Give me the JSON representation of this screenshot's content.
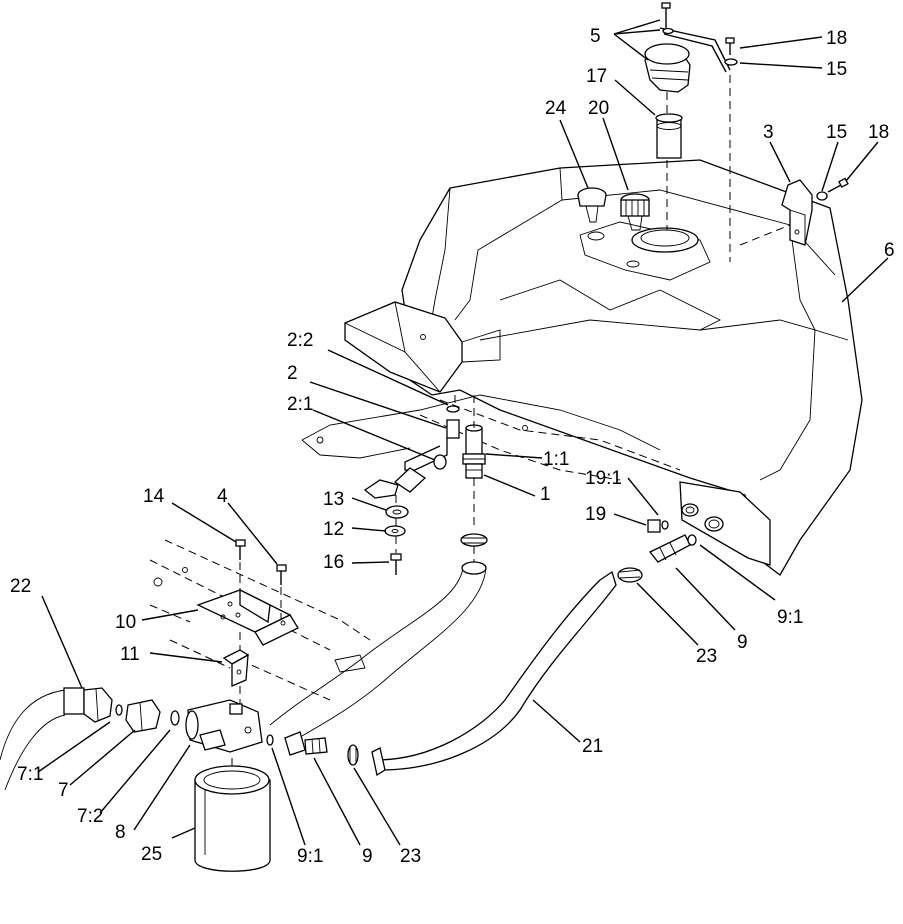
{
  "callouts": [
    {
      "id": "c5",
      "text": "5"
    },
    {
      "id": "c17",
      "text": "17"
    },
    {
      "id": "c18a",
      "text": "18"
    },
    {
      "id": "c15a",
      "text": "15"
    },
    {
      "id": "c24",
      "text": "24"
    },
    {
      "id": "c20",
      "text": "20"
    },
    {
      "id": "c3",
      "text": "3"
    },
    {
      "id": "c15b",
      "text": "15"
    },
    {
      "id": "c18b",
      "text": "18"
    },
    {
      "id": "c6",
      "text": "6"
    },
    {
      "id": "c2_2",
      "text": "2:2"
    },
    {
      "id": "c2",
      "text": "2"
    },
    {
      "id": "c2_1",
      "text": "2:1"
    },
    {
      "id": "c1_1",
      "text": "1:1"
    },
    {
      "id": "c1",
      "text": "1"
    },
    {
      "id": "c13",
      "text": "13"
    },
    {
      "id": "c12",
      "text": "12"
    },
    {
      "id": "c16",
      "text": "16"
    },
    {
      "id": "c14",
      "text": "14"
    },
    {
      "id": "c4",
      "text": "4"
    },
    {
      "id": "c19_1",
      "text": "19:1"
    },
    {
      "id": "c19",
      "text": "19"
    },
    {
      "id": "c9_1a",
      "text": "9:1"
    },
    {
      "id": "c9a",
      "text": "9"
    },
    {
      "id": "c23a",
      "text": "23"
    },
    {
      "id": "c22",
      "text": "22"
    },
    {
      "id": "c10",
      "text": "10"
    },
    {
      "id": "c11",
      "text": "11"
    },
    {
      "id": "c21",
      "text": "21"
    },
    {
      "id": "c7_1",
      "text": "7:1"
    },
    {
      "id": "c7",
      "text": "7"
    },
    {
      "id": "c7_2",
      "text": "7:2"
    },
    {
      "id": "c8",
      "text": "8"
    },
    {
      "id": "c25",
      "text": "25"
    },
    {
      "id": "c9_1b",
      "text": "9:1"
    },
    {
      "id": "c9b",
      "text": "9"
    },
    {
      "id": "c23b",
      "text": "23"
    }
  ]
}
